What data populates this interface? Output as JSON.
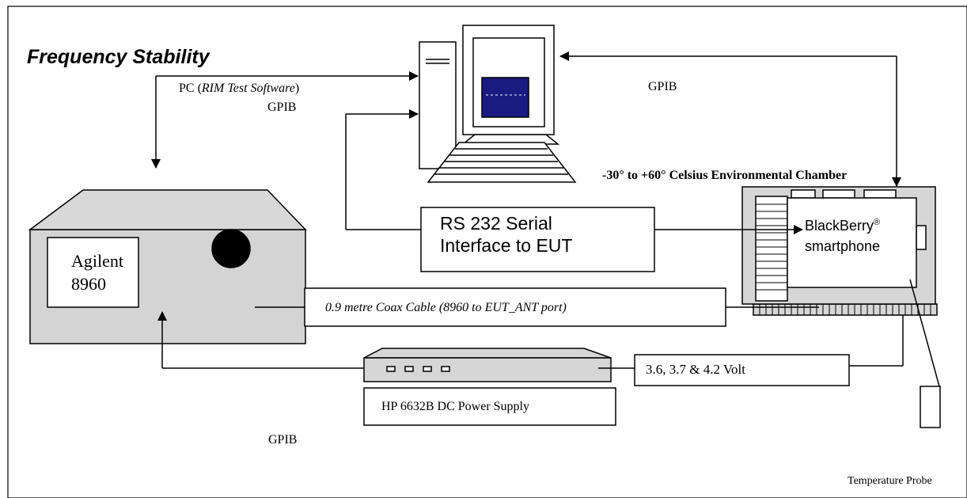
{
  "title": "Frequency Stability",
  "pc_label_prefix": "PC (",
  "pc_label_italic": "RIM Test Software",
  "pc_label_suffix": ")",
  "gpib_label_pc": "GPIB",
  "gpib_label_right": "GPIB",
  "gpib_label_bottom": "GPIB",
  "chamber_label": "-30° to +60° Celsius Environmental Chamber",
  "agilent_line1": "Agilent",
  "agilent_line2": "8960",
  "rs232_line1": "RS 232 Serial",
  "rs232_line2": "Interface to EUT",
  "blackberry_line1": "BlackBerry",
  "blackberry_reg": "®",
  "blackberry_line2": "smartphone",
  "coax_label": "0.9 metre Coax Cable (8960 to EUT_ANT port)",
  "voltage_label": "3.6, 3.7 & 4.2 Volt",
  "power_supply_label": "HP 6632B DC Power Supply",
  "temp_probe_label": "Temperature Probe",
  "colors": {
    "screen": "#1a1a80",
    "stroke": "#000000",
    "background": "#ffffff"
  }
}
